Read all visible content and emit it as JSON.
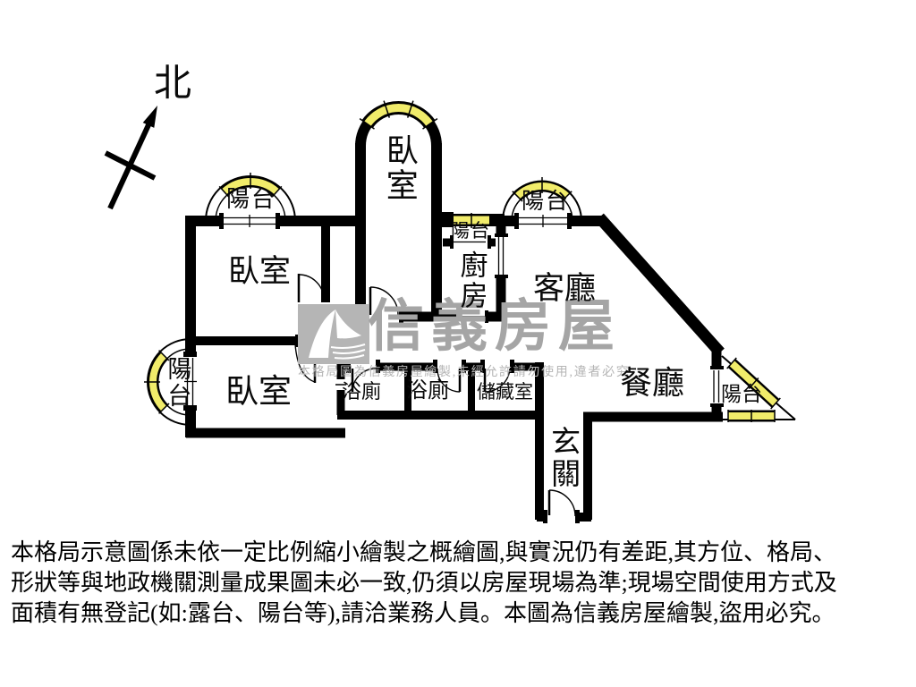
{
  "compass": {
    "north": "北"
  },
  "rooms": {
    "bedroom_top_left": "臥室",
    "bedroom_tower": "臥室",
    "bedroom_lower_left": "臥室",
    "kitchen": "廚房",
    "living_room": "客廳",
    "dining_room": "餐廳",
    "entryway": "玄關",
    "bathroom_1": "浴廁",
    "bathroom_2": "浴廁",
    "storage_room": "儲藏室"
  },
  "balconies": {
    "top_left": "陽台",
    "kitchen": "陽台",
    "living": "陽台",
    "left": "陽台",
    "corner": "陽台"
  },
  "watermark": {
    "brand": "信義房屋",
    "notice": "本格局圖為信義房屋繪製,未經允許請勿使用,違者必究"
  },
  "disclaimer": {
    "line1": "本格局示意圖係未依一定比例縮小繪製之概繪圖,與實況仍有差距,其方位、格局、",
    "line2": "形狀等與地政機關測量成果圖未必一致,仍須以房屋現場為準;現場空間使用方式及",
    "line3": "面積有無登記(如:露台、陽台等),請洽業務人員。本圖為信義房屋繪製,盜用必究。"
  },
  "colors": {
    "wall": "#000000",
    "window_yellow": "#f1ec6a",
    "watermark_gray": "#a5a5a5",
    "logo_gray": "#b5b5b5"
  }
}
